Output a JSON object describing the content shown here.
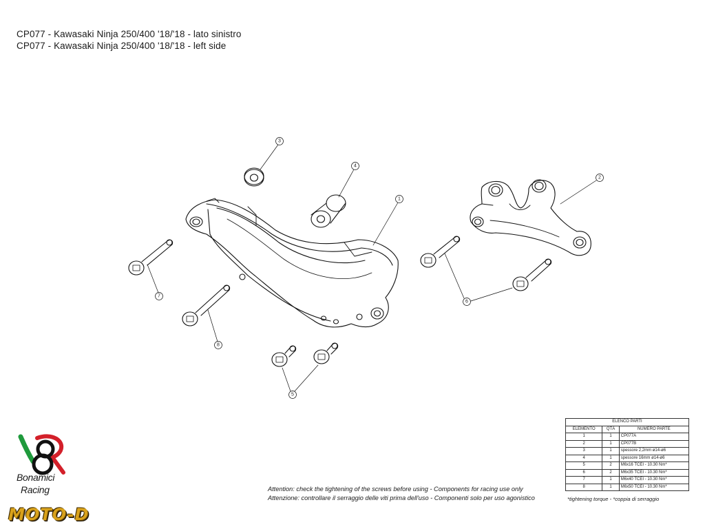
{
  "title_it": "CP077 - Kawasaki Ninja 250/400 '18/'18 - lato sinistro",
  "title_en": "CP077 - Kawasaki Ninja 250/400 '18/'18 - left side",
  "callouts": [
    "1",
    "2",
    "3",
    "4",
    "5",
    "6",
    "7",
    "8"
  ],
  "note_en": "Attention: check the tightening of the screws before using - Components for racing use only",
  "note_it": "Attenzione: controllare il serraggio delle viti prima dell'uso - Componenti solo per uso agonistico",
  "torque_note": "*tightening torque - *coppia di serraggio",
  "parts_table": {
    "caption": "ELENCO PARTI",
    "headers": [
      "ELEMENTO",
      "QTÀ",
      "NUMERO PARTE"
    ],
    "rows": [
      [
        "1",
        "1",
        "CP077A"
      ],
      [
        "2",
        "1",
        "CP077B"
      ],
      [
        "3",
        "1",
        "spessore 2,2mm ø14-ø6"
      ],
      [
        "4",
        "1",
        "spessore 16mm ø14-ø6"
      ],
      [
        "5",
        "2",
        "M6x16 TCEI - 10.30 Nm*"
      ],
      [
        "6",
        "2",
        "M6x35 TCEI - 10.30 Nm*"
      ],
      [
        "7",
        "1",
        "M6x40 TCEI - 10.30 Nm*"
      ],
      [
        "8",
        "1",
        "M6x50 TCEI - 10.30 Nm*"
      ]
    ]
  },
  "brand": {
    "line1": "Bonamici",
    "line2": "Racing",
    "partner": "MOTO-D",
    "colors": {
      "green": "#1f9a3c",
      "red": "#d3202a",
      "gold": "#d9a21b"
    }
  }
}
